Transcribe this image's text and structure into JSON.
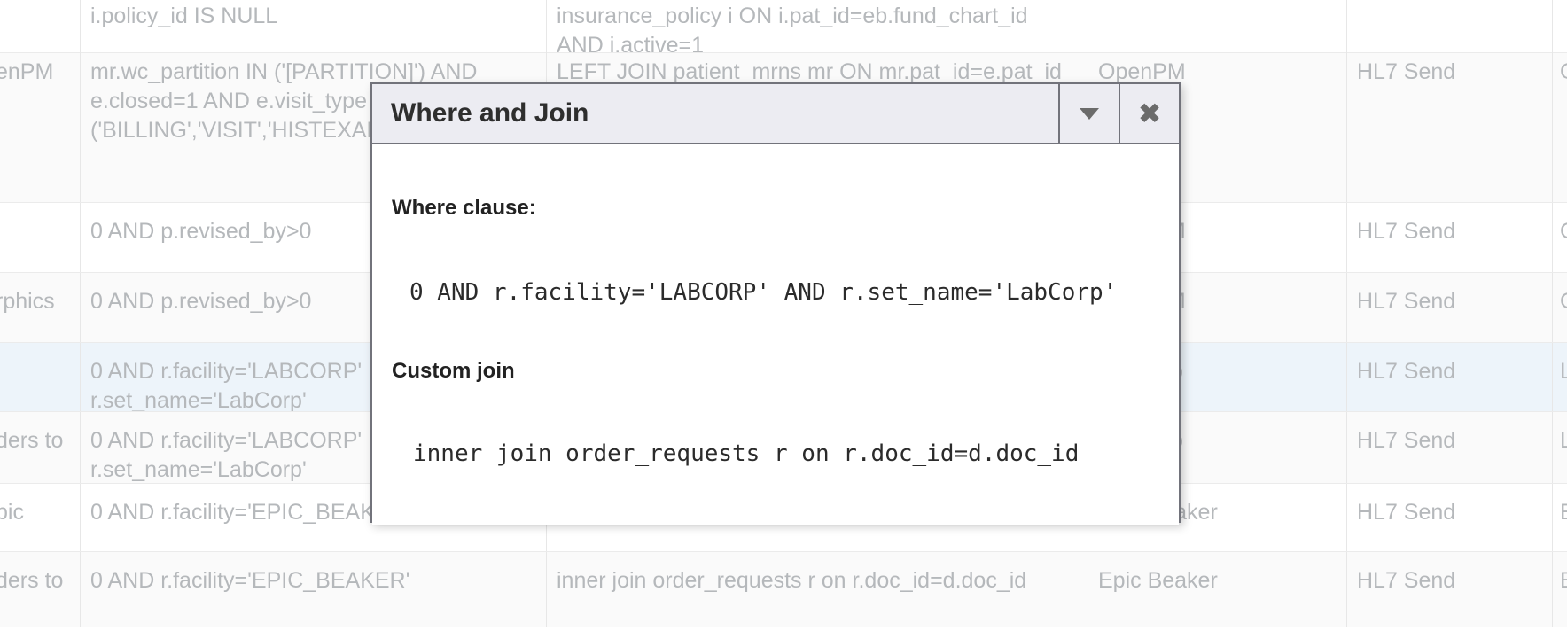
{
  "dialog": {
    "title": "Where and Join",
    "where_label": "Where clause:",
    "where_value": "0 AND r.facility='LABCORP' AND r.set_name='LabCorp'",
    "join_label": "Custom join",
    "join_value": "inner join order_requests r on r.doc_id=d.doc_id"
  },
  "colors": {
    "dialog_header_bg": "#ececf2",
    "dialog_border": "#72737b",
    "selected_row_bg": "#edf4fa",
    "table_text": "#b5b8bb"
  },
  "table": {
    "rows": [
      {
        "name": "",
        "where": "i.policy_id IS NULL",
        "join": "insurance_policy i ON i.pat_id=eb.fund_chart_id\nAND i.active=1",
        "system": "",
        "send": "",
        "extra": ""
      },
      {
        "name": "enPM",
        "where": "mr.wc_partition IN ('[PARTITION]') AND\ne.closed=1 AND e.visit_type IN\n('BILLING','VISIT','HISTEXAM'",
        "join": "LEFT JOIN patient_mrns mr ON mr.pat_id=e.pat_id",
        "system": "OpenPM",
        "send": "HL7 Send",
        "extra": "O"
      },
      {
        "name": "",
        "where": "0 AND p.revised_by>0",
        "join": "",
        "system": "OpenPM",
        "send": "HL7 Send",
        "extra": "O"
      },
      {
        "name": "rphics",
        "where": "0 AND p.revised_by>0",
        "join": "",
        "system": "OpenPM",
        "send": "HL7 Send",
        "extra": "O"
      },
      {
        "name": "",
        "where": "0 AND r.facility='LABCORP'\nr.set_name='LabCorp'",
        "join": "",
        "system": "LabCorp",
        "send": "HL7 Send",
        "extra": "L"
      },
      {
        "name": "ders to",
        "where": "0 AND r.facility='LABCORP'\nr.set_name='LabCorp'",
        "join": "",
        "system": "LabCorp",
        "send": "HL7 Send",
        "extra": "L"
      },
      {
        "name": "pic",
        "where": "0 AND r.facility='EPIC_BEAKER'",
        "join": "",
        "system": "Epic Beaker",
        "send": "HL7 Send",
        "extra": "E"
      },
      {
        "name": "ders to",
        "where": "0 AND r.facility='EPIC_BEAKER'",
        "join": "inner join order_requests r on r.doc_id=d.doc_id",
        "system": "Epic Beaker",
        "send": "HL7 Send",
        "extra": "E"
      }
    ]
  }
}
